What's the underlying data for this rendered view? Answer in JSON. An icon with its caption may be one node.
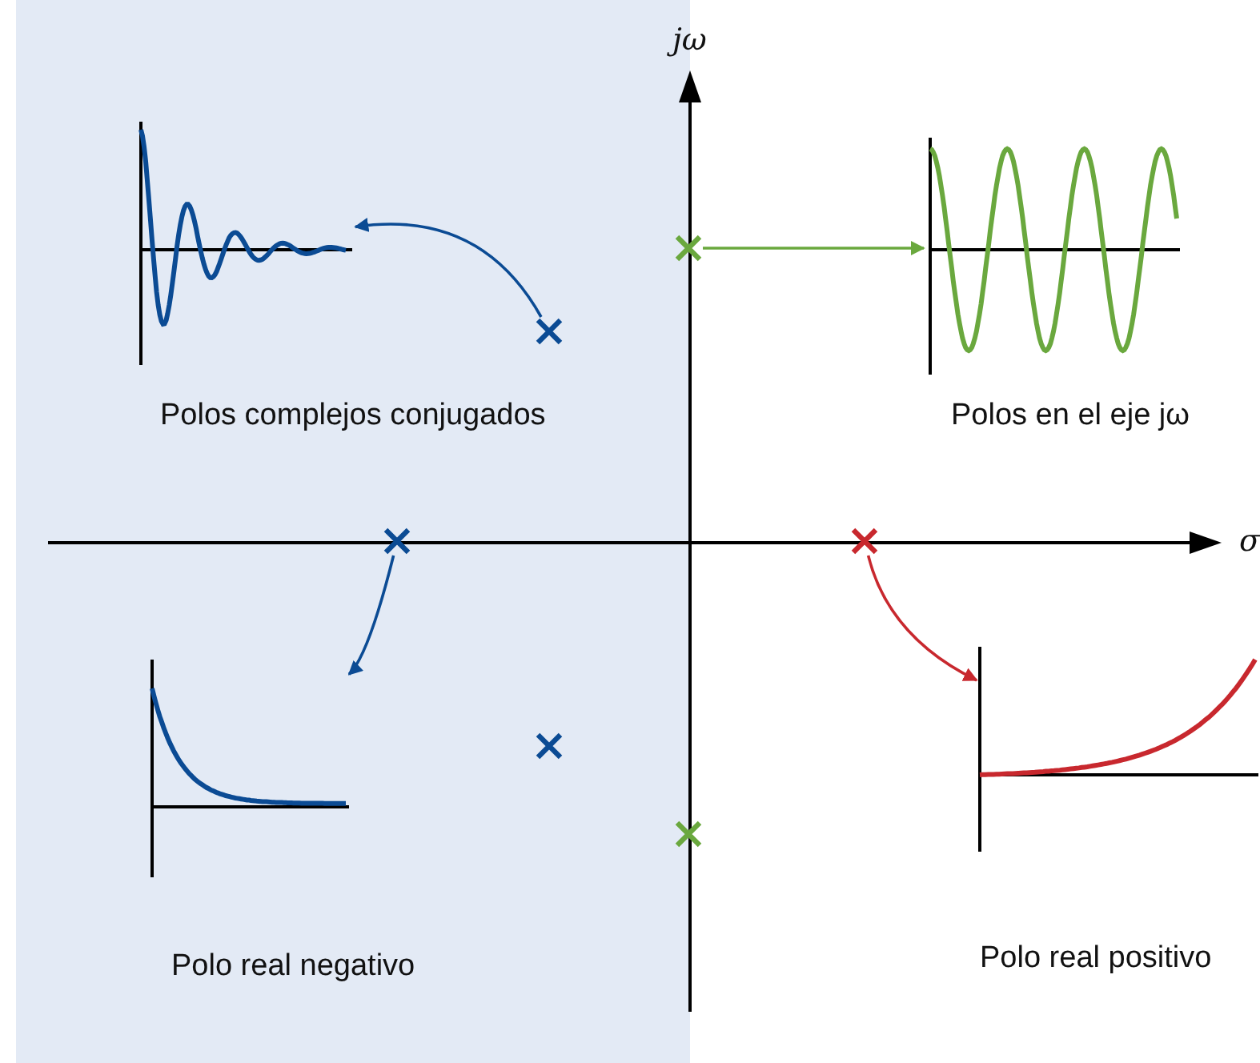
{
  "diagram": {
    "nodes": [
      {
        "text": [],
        "shape": "picture",
        "beside": [
          "Polos complejos conjugados"
        ]
      },
      {
        "text": [],
        "shape": "cross"
      },
      {
        "text": [],
        "shape": "cross"
      },
      {
        "text": [],
        "shape": "picture",
        "beside": [
          "Polos en el eje jω"
        ]
      },
      {
        "text": [],
        "shape": "cross"
      },
      {
        "text": [],
        "shape": "cross"
      },
      {
        "text": [],
        "shape": "picture",
        "beside": [
          "Polo real negativo"
        ]
      },
      {
        "text": [],
        "shape": "cross"
      },
      {
        "text": [],
        "shape": "cross"
      },
      {
        "text": [],
        "shape": "picture",
        "beside": [
          "Polo real positivo"
        ]
      }
    ],
    "edges": [
      {
        "from": 1,
        "to": 0,
        "arrow": "to",
        "color": "#0b4b94"
      },
      {
        "from": 2,
        "to": 3,
        "arrow": "to",
        "color": "#6aa83e"
      },
      {
        "from": 4,
        "to": 6,
        "arrow": "to",
        "color": "#0b4b94"
      },
      {
        "from": 5,
        "to": 9,
        "arrow": "to",
        "color": "#c8282e"
      }
    ],
    "labels": [
      "jω",
      "σ"
    ]
  }
}
